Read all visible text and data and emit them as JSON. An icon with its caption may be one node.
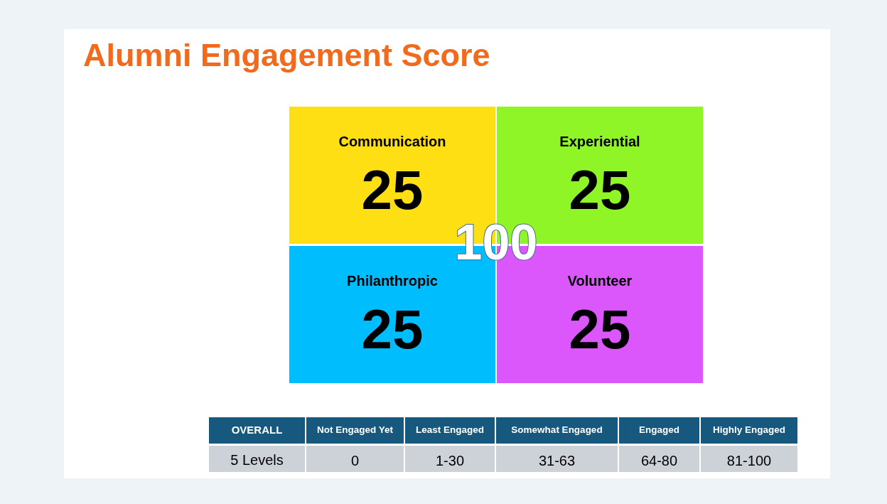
{
  "diagram": {
    "title": "Alumni Engagement Score",
    "nodes": [
      {
        "text": [
          "Communication",
          "25"
        ]
      },
      {
        "text": [
          "Experiential",
          "25"
        ]
      },
      {
        "text": [
          "Philanthropic",
          "25"
        ]
      },
      {
        "text": [
          "Volunteer",
          "25"
        ]
      }
    ],
    "labels": [
      "100",
      "OVERALL",
      "Not Engaged Yet",
      "Least Engaged",
      "Somewhat Engaged",
      "Engaged",
      "Highly Engaged",
      "5 Levels",
      "0",
      "1-30",
      "31-63",
      "64-80",
      "81-100"
    ]
  }
}
